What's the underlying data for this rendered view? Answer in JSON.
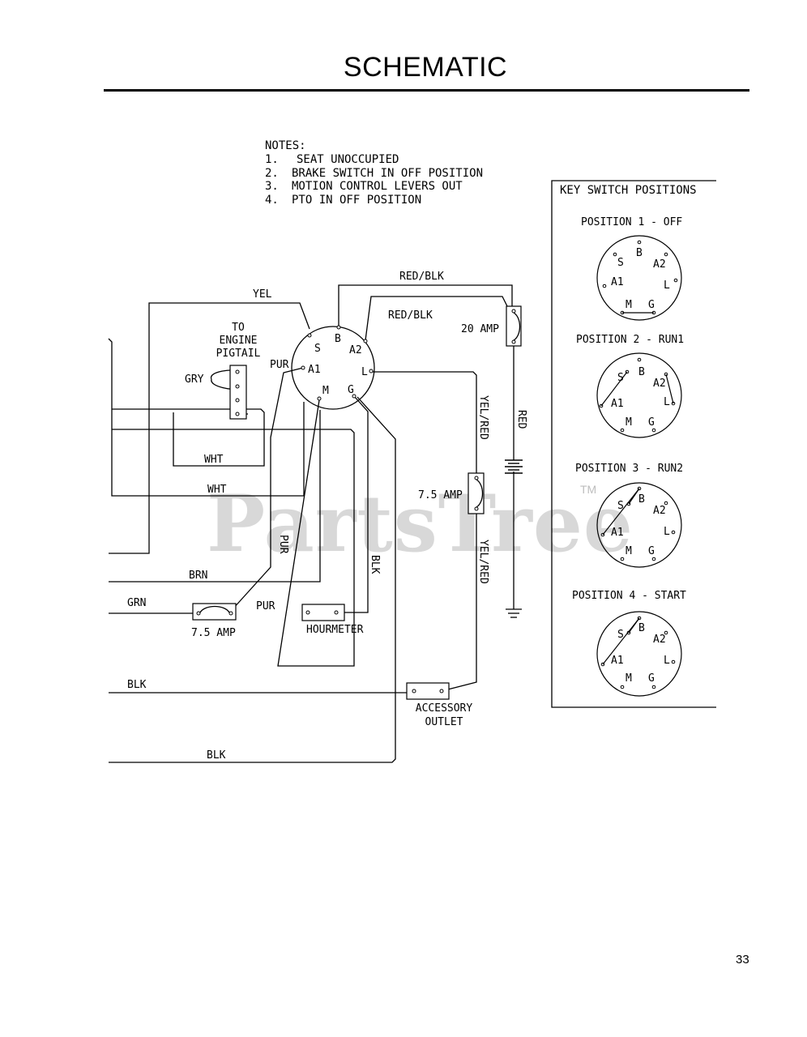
{
  "page": {
    "title": "SCHEMATIC",
    "number": "33"
  },
  "watermark": {
    "text": "PartsTree",
    "tm": "TM"
  },
  "notes": {
    "heading": "NOTES:",
    "items": [
      {
        "num": "1.",
        "text": "SEAT UNOCCUPIED"
      },
      {
        "num": "2.",
        "text": "BRAKE SWITCH IN OFF POSITION"
      },
      {
        "num": "3.",
        "text": "MOTION CONTROL LEVERS OUT"
      },
      {
        "num": "4.",
        "text": "PTO IN OFF POSITION"
      }
    ]
  },
  "ignition": {
    "terminals": {
      "s": "S",
      "b": "B",
      "a2": "A2",
      "a1": "A1",
      "l": "L",
      "m": "M",
      "g": "G"
    }
  },
  "components": {
    "engine_pigtail": "TO\nENGINE\nPIGTAIL",
    "fuse_20": "20 AMP",
    "fuse_75_right": "7.5 AMP",
    "fuse_75_left": "7.5 AMP",
    "hourmeter": "HOURMETER",
    "accessory_outlet": "ACCESSORY\nOUTLET"
  },
  "wires": {
    "yel": "YEL",
    "red_blk_1": "RED/BLK",
    "red_blk_2": "RED/BLK",
    "pur_1": "PUR",
    "gry": "GRY",
    "wht_1": "WHT",
    "wht_2": "WHT",
    "brn": "BRN",
    "grn": "GRN",
    "pur_2": "PUR",
    "pur_3": "PUR",
    "blk_v": "BLK",
    "blk_1": "BLK",
    "blk_2": "BLK",
    "yel_red_1": "YEL/RED",
    "yel_red_2": "YEL/RED",
    "red": "RED"
  },
  "key_switch": {
    "heading": "KEY SWITCH POSITIONS",
    "positions": [
      {
        "label": "POSITION 1 - OFF",
        "connections": "M-G"
      },
      {
        "label": "POSITION 2 - RUN1",
        "connections": "S-A1, A2-L"
      },
      {
        "label": "POSITION 3 - RUN2",
        "connections": "S-B, A1-B"
      },
      {
        "label": "POSITION 4 - START",
        "connections": "S-B, A1-B"
      }
    ]
  }
}
